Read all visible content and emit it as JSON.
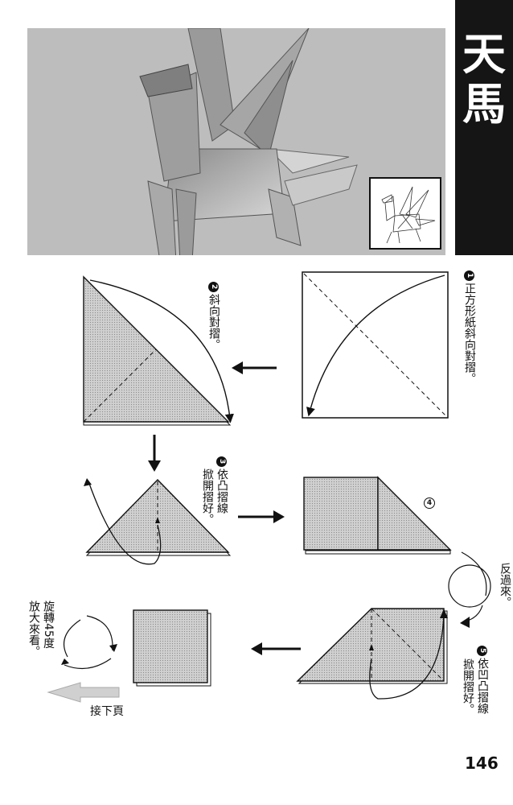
{
  "title": [
    "天",
    "馬"
  ],
  "steps": [
    {
      "number": "1",
      "text": "正方形紙斜向對摺。"
    },
    {
      "number": "2",
      "text": "斜向對摺。"
    },
    {
      "number": "3",
      "text_lines": [
        "依凸摺線",
        "掀開摺好。"
      ]
    },
    {
      "number": "4",
      "text": ""
    },
    {
      "number": "5",
      "text_lines": [
        "依凹凸摺線",
        "掀開摺好。"
      ]
    }
  ],
  "flip_label": "反過來。",
  "rotate_label_lines": [
    "旋轉45度",
    "放大來看。"
  ],
  "next_page_label": "接下頁",
  "page_number": "146",
  "colors": {
    "paper_fill": "#c8c8c8",
    "photo_bg": "#bdbdbd",
    "title_bg": "#151515",
    "line": "#111111"
  }
}
